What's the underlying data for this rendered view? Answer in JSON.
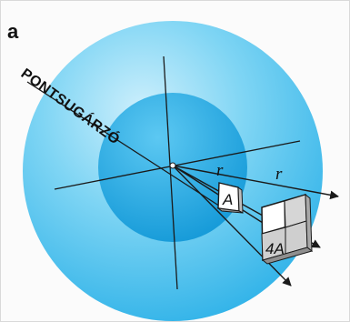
{
  "panel_label": "a",
  "source_label": "PONTSUGÁRZÓ",
  "radius_label_inner": "r",
  "radius_label_outer": "r",
  "area_label_inner": "A",
  "area_label_outer": "4A",
  "colors": {
    "outer_sphere": "#56c4ec",
    "inner_sphere": "#1ea8e3",
    "patch_fill": "#ffffff",
    "patch_shade": "#cfcfcf",
    "lines": "#1a1a1a"
  }
}
